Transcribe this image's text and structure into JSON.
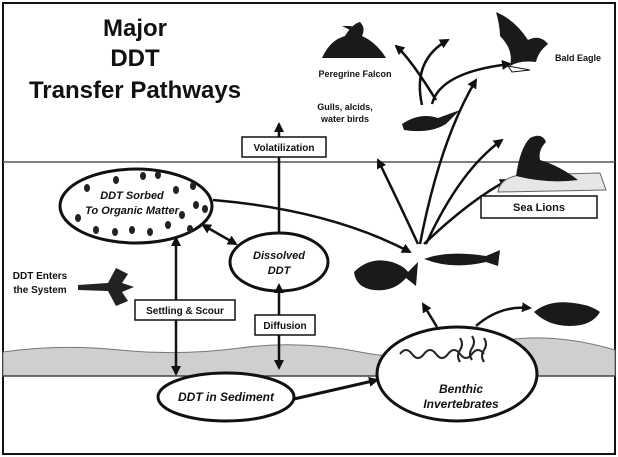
{
  "title": {
    "line1": "Major",
    "line2": "DDT",
    "line3": "Transfer Pathways"
  },
  "nodes": {
    "sorbed": {
      "line1": "DDT Sorbed",
      "line2": "To Organic Matter"
    },
    "dissolved": {
      "line1": "Dissolved",
      "line2": "DDT"
    },
    "sediment": {
      "label": "DDT in Sediment"
    },
    "benthic": {
      "line1": "Benthic",
      "line2": "Invertebrates"
    }
  },
  "process_boxes": {
    "volatilization": "Volatilization",
    "settling": "Settling & Scour",
    "diffusion": "Diffusion",
    "sea_lions": "Sea Lions"
  },
  "organisms": {
    "peregrine": "Peregrine Falcon",
    "bald_eagle": "Bald Eagle",
    "water_birds": {
      "line1": "Gulls, alcids,",
      "line2": "water birds"
    }
  },
  "entry": {
    "line1": "DDT Enters",
    "line2": "the System"
  },
  "colors": {
    "ink": "#111111",
    "background": "#ffffff",
    "box_fill": "#ffffff"
  }
}
